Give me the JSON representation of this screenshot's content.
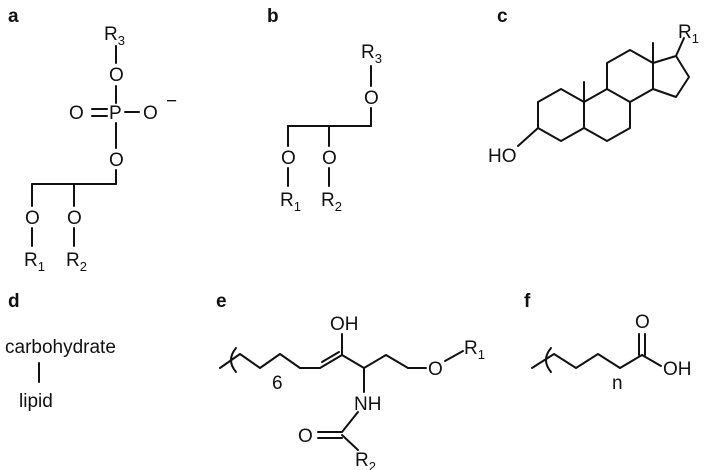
{
  "panels": {
    "a": {
      "label": "a",
      "atoms": {
        "R": "R",
        "O": "O",
        "P": "P",
        "minus": "−"
      },
      "subs": {
        "r1": "1",
        "r2": "2",
        "r3": "3"
      }
    },
    "b": {
      "label": "b",
      "atoms": {
        "R": "R",
        "O": "O"
      },
      "subs": {
        "r1": "1",
        "r2": "2",
        "r3": "3"
      }
    },
    "c": {
      "label": "c",
      "atoms": {
        "R": "R",
        "HO": "HO"
      },
      "subs": {
        "r1": "1"
      }
    },
    "d": {
      "label": "d",
      "top": "carbohydrate",
      "bottom": "lipid"
    },
    "e": {
      "label": "e",
      "atoms": {
        "OH": "OH",
        "NH": "NH",
        "O": "O",
        "R": "R"
      },
      "repeat": "6",
      "subs": {
        "r1": "1",
        "r2": "2"
      }
    },
    "f": {
      "label": "f",
      "atoms": {
        "O": "O",
        "OH": "OH"
      },
      "repeat": "n"
    }
  }
}
